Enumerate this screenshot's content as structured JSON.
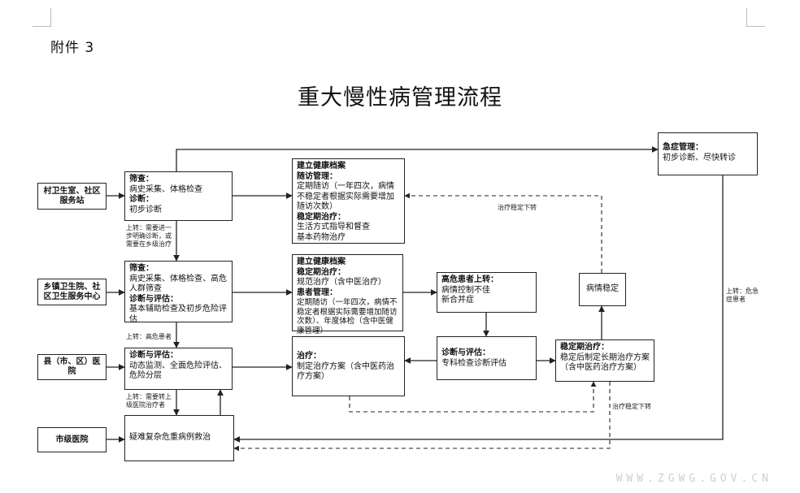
{
  "doc": {
    "annex": "附件 3",
    "title": "重大慢性病管理流程",
    "watermark": "WWW.ZGWG.GOV.CN"
  },
  "levels": {
    "village": "村卫生室、社区服务站",
    "township": "乡镇卫生院、社区卫生服务中心",
    "county": "县（市、区）医院",
    "city": "市级医院"
  },
  "boxes": {
    "village_screen": {
      "h1": "筛查：",
      "l1": "病史采集、体格检查",
      "h2": "诊断：",
      "l2": "初步诊断"
    },
    "town_screen": {
      "h1": "筛查：",
      "l1": "病史采集、体格检查、高危人群筛查",
      "h2": "诊断与评估：",
      "l2": "基本辅助检查及初步危险评估"
    },
    "county_diag": {
      "h1": "诊断与评估：",
      "l1": "动态监测、全面危险评估、危险分层"
    },
    "city_treat": {
      "l1": "疑难复杂危重病例救治"
    },
    "village_record": {
      "h1": "建立健康档案",
      "h2": "随访管理：",
      "l2": "定期随访（一年四次，病情不稳定者根据实际需要增加随访次数）",
      "h3": "稳定期治疗：",
      "l3": "生活方式指导和督查",
      "l4": "基本药物治疗"
    },
    "town_record": {
      "h1": "建立健康档案",
      "h2": "稳定期治疗：",
      "l2": "规范治疗（含中医治疗）",
      "h3": "患者管理：",
      "l3": "定期随访（一年四次，病情不稳定者根据实际需要增加随访次数）、年度体检（含中医健康管理）"
    },
    "county_treat": {
      "h1": "治疗：",
      "l1": "制定治疗方案（含中医药治疗方案）"
    },
    "high_risk": {
      "h1": "高危患者上转：",
      "l1": "病情控制不佳",
      "l2": "新合并症"
    },
    "specialist": {
      "h1": "诊断与评估：",
      "l1": "专科检查诊断评估"
    },
    "stable_plan": {
      "h1": "稳定期治疗：",
      "l1": "稳定后制定长期治疗方案（含中医药治疗方案）"
    },
    "stable_cond": {
      "l1": "病情稳定"
    },
    "emergency": {
      "h1": "急症管理：",
      "l1": "初步诊断、尽快转诊"
    }
  },
  "labels": {
    "up_village": "上转：需要进一步明确诊断，或需要在乡级治疗",
    "up_high_risk": "上转：高危患者",
    "up_city": "上转：需要转上级医院治疗者",
    "down_top": "治疗稳定下转",
    "down_bottom": "治疗稳定下转",
    "emergency_up": "上转：危急症患者"
  }
}
